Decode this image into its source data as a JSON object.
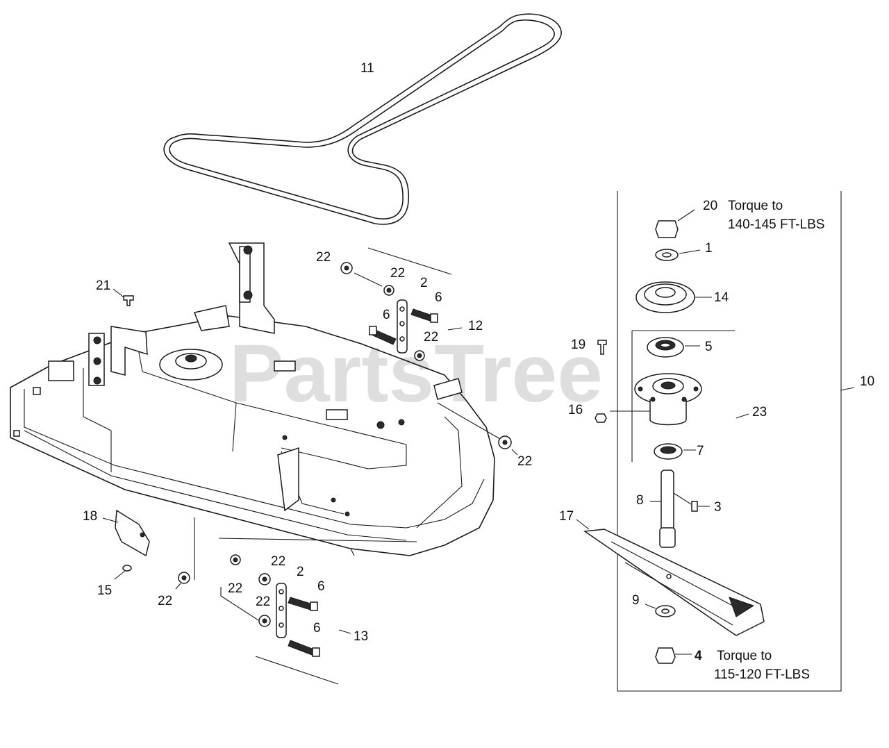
{
  "watermark": "PartsTree",
  "callouts": {
    "c1": "1",
    "c2a": "2",
    "c2b": "2",
    "c3": "3",
    "c4": "4",
    "c5": "5",
    "c6a": "6",
    "c6b": "6",
    "c6c": "6",
    "c6d": "6",
    "c7": "7",
    "c8": "8",
    "c9": "9",
    "c10": "10",
    "c11": "11",
    "c12": "12",
    "c13": "13",
    "c14": "14",
    "c15": "15",
    "c16": "16",
    "c17": "17",
    "c18": "18",
    "c19": "19",
    "c20": "20",
    "c21": "21",
    "c22a": "22",
    "c22b": "22",
    "c22c": "22",
    "c22d": "22",
    "c22e": "22",
    "c22f": "22",
    "c22g": "22",
    "c22h": "22",
    "c23": "23"
  },
  "notes": {
    "torque_top_line1": "Torque to",
    "torque_top_line2": "140-145 FT-LBS",
    "torque_bottom_line1": "Torque to",
    "torque_bottom_line2": "115-120 FT-LBS"
  }
}
